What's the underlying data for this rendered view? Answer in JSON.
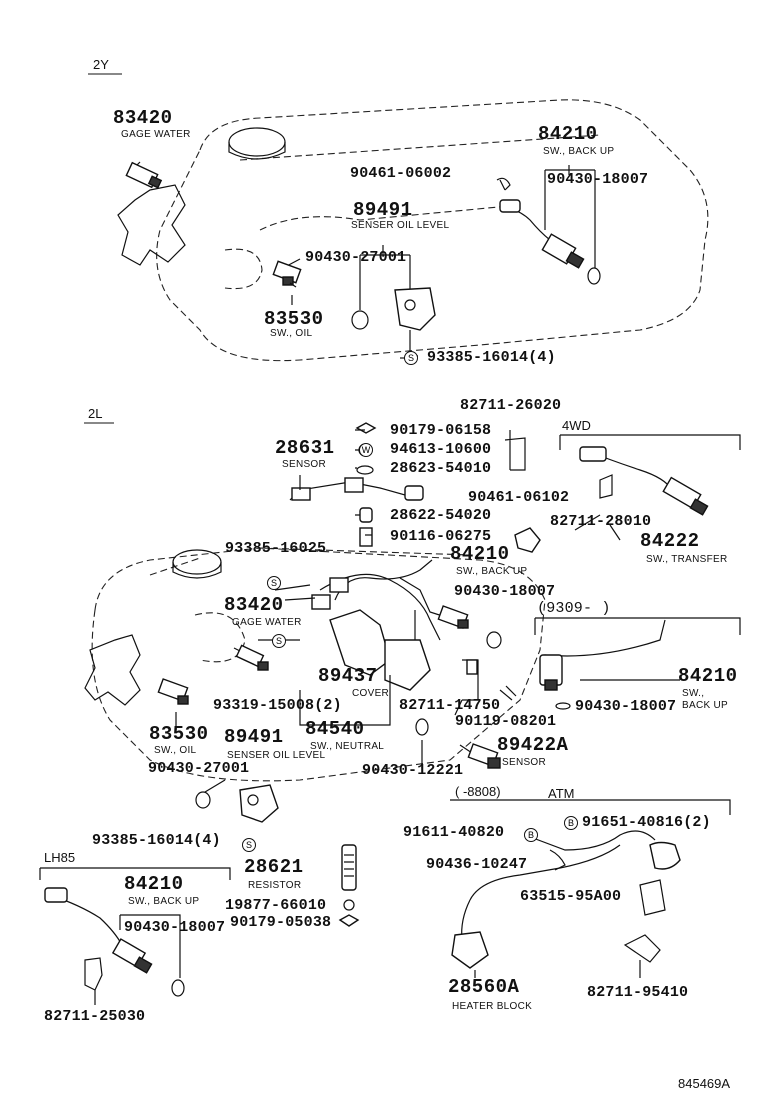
{
  "sections": {
    "s2y": "2Y",
    "s2l": "2L",
    "s4wd": "4WD",
    "slh85": "LH85",
    "s9309": "(9309-        )",
    "s8808": "(      -8808)",
    "satm": "ATM"
  },
  "top": {
    "p83420": "83420",
    "d83420": "GAGE WATER",
    "p84210": "84210",
    "d84210": "SW., BACK UP",
    "p90461": "90461-06002",
    "p90430a": "90430-18007",
    "p89491": "89491",
    "d89491": "SENSER OIL LEVEL",
    "p90430b": "90430-27001",
    "p83530": "83530",
    "d83530": "SW., OIL",
    "p93385": "93385-16014(4)"
  },
  "bottom": {
    "p82711a": "82711-26020",
    "p90179a": "90179-06158",
    "p94613": "94613-10600",
    "p28623": "28623-54010",
    "p28631": "28631",
    "d28631": "SENSOR",
    "p28622": "28622-54020",
    "p90461": "90461-06102",
    "p82711b": "82711-28010",
    "p84222": "84222",
    "d84222": "SW., TRANSFER",
    "p90116": "90116-06275",
    "p93385a": "93385-16025",
    "p84210a": "84210",
    "d84210a": "SW., BACK UP",
    "p90430a": "90430-18007",
    "p83420": "83420",
    "d83420": "GAGE WATER",
    "p89437": "89437",
    "d89437": "COVER",
    "p93319": "93319-15008(2)",
    "p84540": "84540",
    "d84540": "SW., NEUTRAL",
    "p82711c": "82711-14750",
    "p90119": "90119-08201",
    "p84210b": "84210",
    "d84210b": "SW., BACK UP",
    "p90430b": "90430-18007",
    "p83530": "83530",
    "d83530": "SW., OIL",
    "p89491": "89491",
    "d89491": "SENSER OIL LEVEL",
    "p90430c": "90430-27001",
    "p89422": "89422A",
    "d89422": "SENSOR",
    "p90430d": "90430-12221",
    "p93385b": "93385-16014(4)",
    "p91611": "91611-40820",
    "p91651": "91651-40816(2)",
    "p90436": "90436-10247",
    "p28621": "28621",
    "d28621": "RESISTOR",
    "p63515": "63515-95A00",
    "p19877": "19877-66010",
    "p90179b": "90179-05038",
    "p84210c": "84210",
    "d84210c": "SW., BACK UP",
    "p90430e": "90430-18007",
    "p28560": "28560A",
    "d28560": "HEATER BLOCK",
    "p82711d": "82711-95410",
    "p82711e": "82711-25030"
  },
  "markers": {
    "s": "S",
    "w": "W",
    "b": "B"
  },
  "footer": {
    "code": "845469A"
  }
}
